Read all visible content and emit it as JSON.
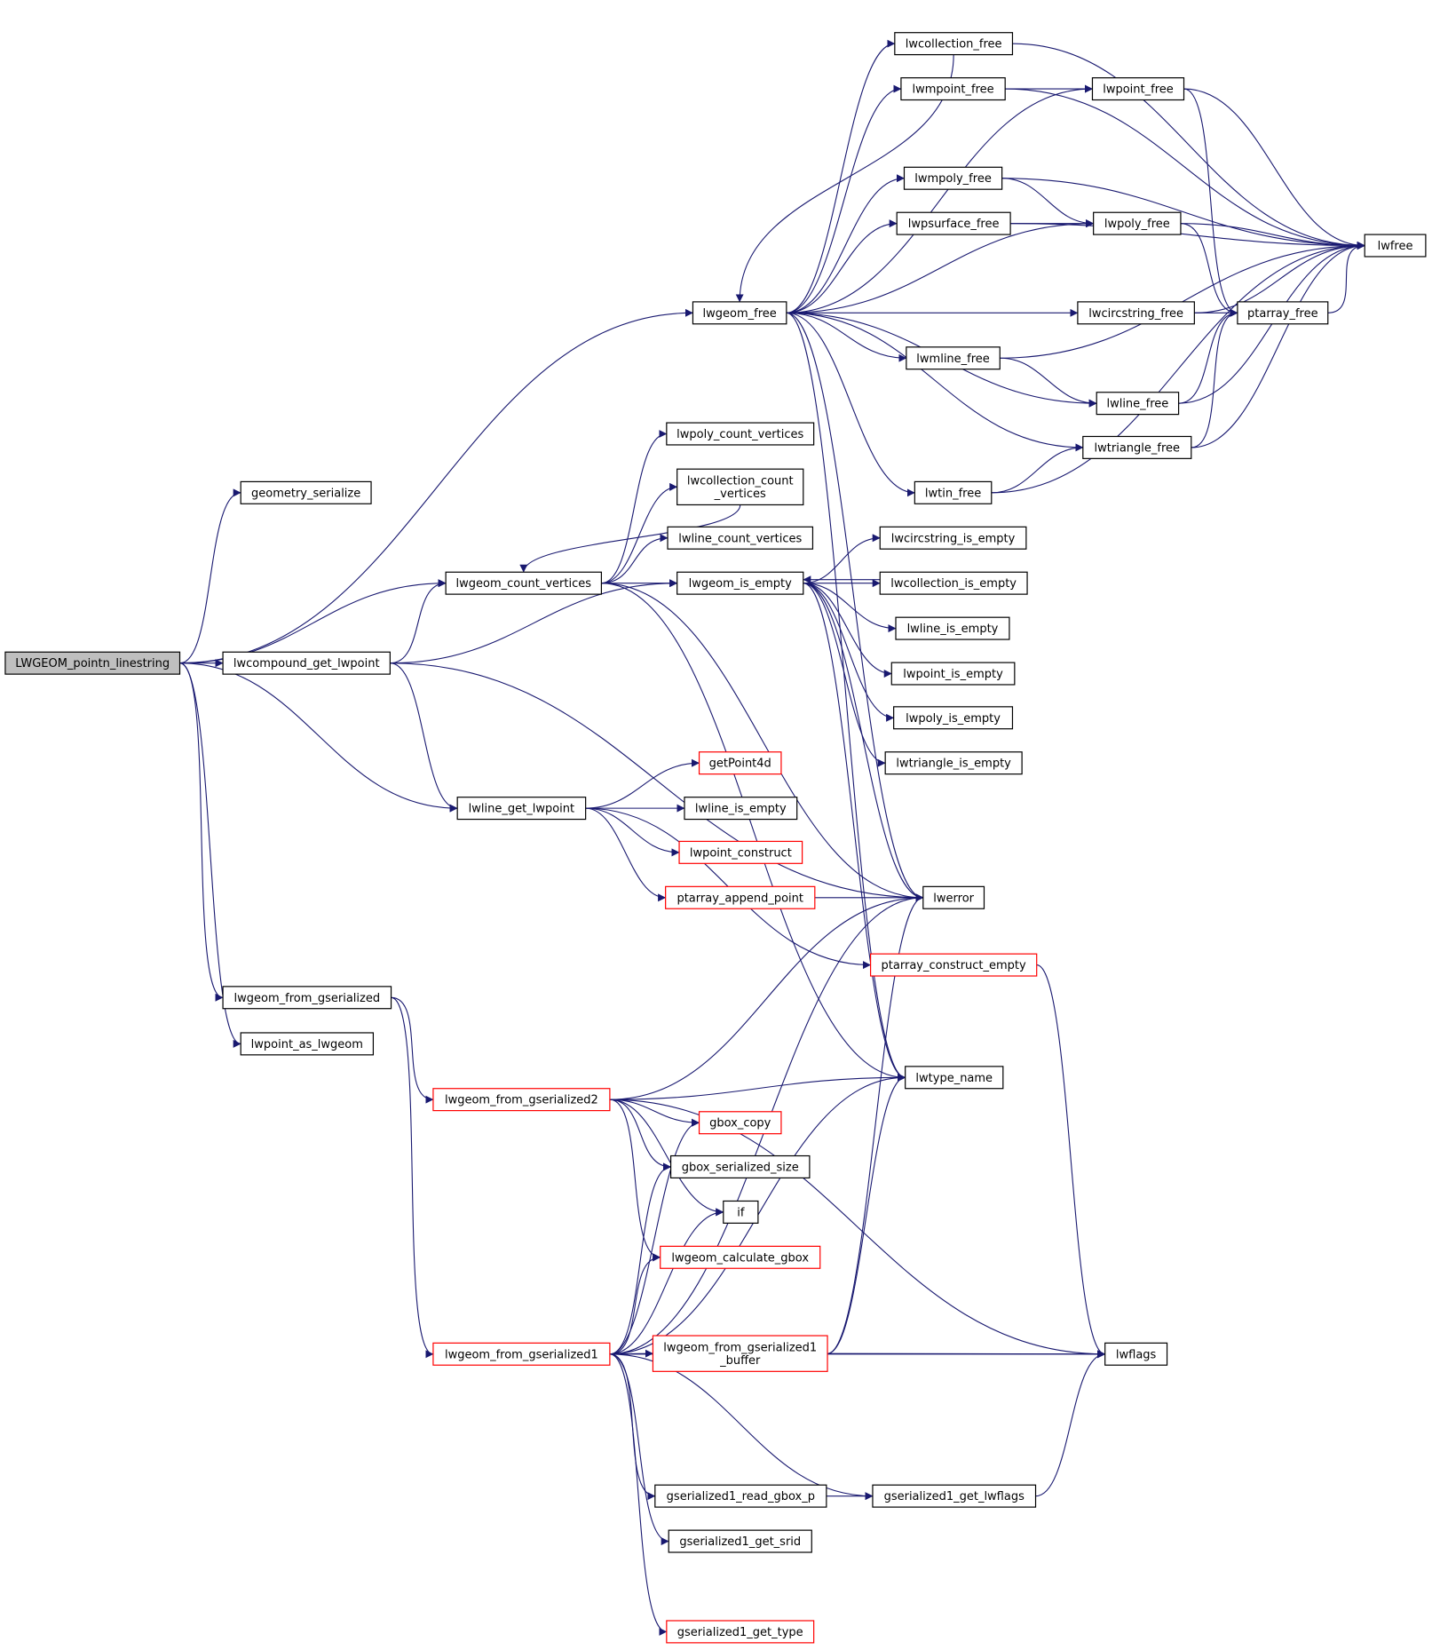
{
  "colors": {
    "edge": "#191970",
    "node_border": "#000000",
    "node_border_red": "#ff0000",
    "node_fill": "#ffffff",
    "root_fill": "#bfbfbf",
    "text": "#000000"
  },
  "nodes": {
    "root": {
      "label": "LWGEOM_pointn_linestring",
      "style": "root"
    },
    "geometry_serialize": {
      "label": "geometry_serialize",
      "style": "normal"
    },
    "lwgeom_free": {
      "label": "lwgeom_free",
      "style": "normal"
    },
    "lwcollection_free": {
      "label": "lwcollection_free",
      "style": "normal"
    },
    "lwmpoint_free": {
      "label": "lwmpoint_free",
      "style": "normal"
    },
    "lwpoint_free": {
      "label": "lwpoint_free",
      "style": "normal"
    },
    "lwmpoly_free": {
      "label": "lwmpoly_free",
      "style": "normal"
    },
    "lwpsurface_free": {
      "label": "lwpsurface_free",
      "style": "normal"
    },
    "lwpoly_free": {
      "label": "lwpoly_free",
      "style": "normal"
    },
    "lwfree": {
      "label": "lwfree",
      "style": "normal"
    },
    "lwcircstring_free": {
      "label": "lwcircstring_free",
      "style": "normal"
    },
    "ptarray_free": {
      "label": "ptarray_free",
      "style": "normal"
    },
    "lwmline_free": {
      "label": "lwmline_free",
      "style": "normal"
    },
    "lwline_free": {
      "label": "lwline_free",
      "style": "normal"
    },
    "lwtriangle_free": {
      "label": "lwtriangle_free",
      "style": "normal"
    },
    "lwtin_free": {
      "label": "lwtin_free",
      "style": "normal"
    },
    "lwpoly_count_vertices": {
      "label": "lwpoly_count_vertices",
      "style": "normal"
    },
    "lwcollection_count_vertices": {
      "label": "lwcollection_count\n_vertices",
      "style": "normal"
    },
    "lwline_count_vertices": {
      "label": "lwline_count_vertices",
      "style": "normal"
    },
    "lwgeom_count_vertices": {
      "label": "lwgeom_count_vertices",
      "style": "normal"
    },
    "lwgeom_is_empty": {
      "label": "lwgeom_is_empty",
      "style": "normal"
    },
    "lwcircstring_is_empty": {
      "label": "lwcircstring_is_empty",
      "style": "normal"
    },
    "lwcollection_is_empty": {
      "label": "lwcollection_is_empty",
      "style": "normal"
    },
    "lwline_is_empty_1": {
      "label": "lwline_is_empty",
      "style": "normal"
    },
    "lwpoint_is_empty": {
      "label": "lwpoint_is_empty",
      "style": "normal"
    },
    "lwpoly_is_empty": {
      "label": "lwpoly_is_empty",
      "style": "normal"
    },
    "lwtriangle_is_empty": {
      "label": "lwtriangle_is_empty",
      "style": "normal"
    },
    "lwcompound_get_lwpoint": {
      "label": "lwcompound_get_lwpoint",
      "style": "normal"
    },
    "getPoint4d": {
      "label": "getPoint4d",
      "style": "red"
    },
    "lwline_get_lwpoint": {
      "label": "lwline_get_lwpoint",
      "style": "normal"
    },
    "lwline_is_empty_2": {
      "label": "lwline_is_empty",
      "style": "normal"
    },
    "lwpoint_construct": {
      "label": "lwpoint_construct",
      "style": "red"
    },
    "ptarray_append_point": {
      "label": "ptarray_append_point",
      "style": "red"
    },
    "lwerror": {
      "label": "lwerror",
      "style": "normal"
    },
    "ptarray_construct_empty": {
      "label": "ptarray_construct_empty",
      "style": "red"
    },
    "lwgeom_from_gserialized": {
      "label": "lwgeom_from_gserialized",
      "style": "normal"
    },
    "lwpoint_as_lwgeom": {
      "label": "lwpoint_as_lwgeom",
      "style": "normal"
    },
    "lwgeom_from_gserialized2": {
      "label": "lwgeom_from_gserialized2",
      "style": "red"
    },
    "lwtype_name": {
      "label": "lwtype_name",
      "style": "normal"
    },
    "gbox_copy": {
      "label": "gbox_copy",
      "style": "red"
    },
    "gbox_serialized_size": {
      "label": "gbox_serialized_size",
      "style": "normal"
    },
    "if": {
      "label": "if",
      "style": "normal"
    },
    "lwgeom_calculate_gbox": {
      "label": "lwgeom_calculate_gbox",
      "style": "red"
    },
    "lwgeom_from_gserialized1": {
      "label": "lwgeom_from_gserialized1",
      "style": "red"
    },
    "lwgeom_from_gserialized1_buffer": {
      "label": "lwgeom_from_gserialized1\n_buffer",
      "style": "red"
    },
    "lwflags": {
      "label": "lwflags",
      "style": "normal"
    },
    "gserialized1_read_gbox_p": {
      "label": "gserialized1_read_gbox_p",
      "style": "normal"
    },
    "gserialized1_get_lwflags": {
      "label": "gserialized1_get_lwflags",
      "style": "normal"
    },
    "gserialized1_get_srid": {
      "label": "gserialized1_get_srid",
      "style": "normal"
    },
    "gserialized1_get_type": {
      "label": "gserialized1_get_type",
      "style": "red"
    }
  },
  "edges": [
    [
      "root",
      "geometry_serialize"
    ],
    [
      "root",
      "lwgeom_free"
    ],
    [
      "root",
      "lwgeom_count_vertices"
    ],
    [
      "root",
      "lwcompound_get_lwpoint"
    ],
    [
      "root",
      "lwline_get_lwpoint"
    ],
    [
      "root",
      "lwgeom_from_gserialized"
    ],
    [
      "root",
      "lwpoint_as_lwgeom"
    ],
    [
      "lwgeom_free",
      "lwcollection_free"
    ],
    [
      "lwgeom_free",
      "lwmpoint_free"
    ],
    [
      "lwgeom_free",
      "lwpoint_free"
    ],
    [
      "lwgeom_free",
      "lwmpoly_free"
    ],
    [
      "lwgeom_free",
      "lwpsurface_free"
    ],
    [
      "lwgeom_free",
      "lwpoly_free"
    ],
    [
      "lwgeom_free",
      "lwcircstring_free"
    ],
    [
      "lwgeom_free",
      "lwmline_free"
    ],
    [
      "lwgeom_free",
      "lwline_free"
    ],
    [
      "lwgeom_free",
      "lwtriangle_free"
    ],
    [
      "lwgeom_free",
      "lwtin_free"
    ],
    [
      "lwgeom_free",
      "lwerror"
    ],
    [
      "lwgeom_free",
      "lwtype_name"
    ],
    [
      "lwcollection_free",
      "lwgeom_free"
    ],
    [
      "lwcollection_free",
      "lwfree"
    ],
    [
      "lwmpoint_free",
      "lwpoint_free"
    ],
    [
      "lwmpoint_free",
      "lwfree"
    ],
    [
      "lwpoint_free",
      "lwfree"
    ],
    [
      "lwpoint_free",
      "ptarray_free"
    ],
    [
      "lwmpoly_free",
      "lwpoly_free"
    ],
    [
      "lwmpoly_free",
      "lwfree"
    ],
    [
      "lwpsurface_free",
      "lwpoly_free"
    ],
    [
      "lwpsurface_free",
      "lwfree"
    ],
    [
      "lwpoly_free",
      "lwfree"
    ],
    [
      "lwpoly_free",
      "ptarray_free"
    ],
    [
      "lwcircstring_free",
      "lwfree"
    ],
    [
      "lwcircstring_free",
      "ptarray_free"
    ],
    [
      "ptarray_free",
      "lwfree"
    ],
    [
      "lwmline_free",
      "lwline_free"
    ],
    [
      "lwmline_free",
      "lwfree"
    ],
    [
      "lwline_free",
      "lwfree"
    ],
    [
      "lwline_free",
      "ptarray_free"
    ],
    [
      "lwtriangle_free",
      "lwfree"
    ],
    [
      "lwtriangle_free",
      "ptarray_free"
    ],
    [
      "lwtin_free",
      "lwtriangle_free"
    ],
    [
      "lwtin_free",
      "lwfree"
    ],
    [
      "lwgeom_count_vertices",
      "lwpoly_count_vertices"
    ],
    [
      "lwgeom_count_vertices",
      "lwcollection_count_vertices"
    ],
    [
      "lwgeom_count_vertices",
      "lwline_count_vertices"
    ],
    [
      "lwgeom_count_vertices",
      "lwgeom_is_empty"
    ],
    [
      "lwgeom_count_vertices",
      "lwerror"
    ],
    [
      "lwgeom_count_vertices",
      "lwtype_name"
    ],
    [
      "lwcollection_count_vertices",
      "lwgeom_count_vertices"
    ],
    [
      "lwgeom_is_empty",
      "lwcircstring_is_empty"
    ],
    [
      "lwgeom_is_empty",
      "lwcollection_is_empty"
    ],
    [
      "lwgeom_is_empty",
      "lwline_is_empty_1"
    ],
    [
      "lwgeom_is_empty",
      "lwpoint_is_empty"
    ],
    [
      "lwgeom_is_empty",
      "lwpoly_is_empty"
    ],
    [
      "lwgeom_is_empty",
      "lwtriangle_is_empty"
    ],
    [
      "lwgeom_is_empty",
      "lwerror"
    ],
    [
      "lwgeom_is_empty",
      "lwtype_name"
    ],
    [
      "lwcollection_is_empty",
      "lwgeom_is_empty"
    ],
    [
      "lwcompound_get_lwpoint",
      "lwgeom_count_vertices"
    ],
    [
      "lwcompound_get_lwpoint",
      "lwgeom_is_empty"
    ],
    [
      "lwcompound_get_lwpoint",
      "lwline_get_lwpoint"
    ],
    [
      "lwcompound_get_lwpoint",
      "lwerror"
    ],
    [
      "lwline_get_lwpoint",
      "getPoint4d"
    ],
    [
      "lwline_get_lwpoint",
      "lwline_is_empty_2"
    ],
    [
      "lwline_get_lwpoint",
      "lwpoint_construct"
    ],
    [
      "lwline_get_lwpoint",
      "ptarray_append_point"
    ],
    [
      "lwline_get_lwpoint",
      "ptarray_construct_empty"
    ],
    [
      "ptarray_append_point",
      "lwerror"
    ],
    [
      "ptarray_construct_empty",
      "lwflags"
    ],
    [
      "lwgeom_from_gserialized",
      "lwgeom_from_gserialized2"
    ],
    [
      "lwgeom_from_gserialized",
      "lwgeom_from_gserialized1"
    ],
    [
      "lwgeom_from_gserialized2",
      "lwerror"
    ],
    [
      "lwgeom_from_gserialized2",
      "lwtype_name"
    ],
    [
      "lwgeom_from_gserialized2",
      "lwflags"
    ],
    [
      "lwgeom_from_gserialized2",
      "gbox_copy"
    ],
    [
      "lwgeom_from_gserialized2",
      "gbox_serialized_size"
    ],
    [
      "lwgeom_from_gserialized2",
      "if"
    ],
    [
      "lwgeom_from_gserialized2",
      "lwgeom_calculate_gbox"
    ],
    [
      "lwgeom_from_gserialized1",
      "gbox_copy"
    ],
    [
      "lwgeom_from_gserialized1",
      "gbox_serialized_size"
    ],
    [
      "lwgeom_from_gserialized1",
      "if"
    ],
    [
      "lwgeom_from_gserialized1",
      "lwgeom_calculate_gbox"
    ],
    [
      "lwgeom_from_gserialized1",
      "lwerror"
    ],
    [
      "lwgeom_from_gserialized1",
      "lwtype_name"
    ],
    [
      "lwgeom_from_gserialized1",
      "lwgeom_from_gserialized1_buffer"
    ],
    [
      "lwgeom_from_gserialized1",
      "lwflags"
    ],
    [
      "lwgeom_from_gserialized1",
      "gserialized1_read_gbox_p"
    ],
    [
      "lwgeom_from_gserialized1",
      "gserialized1_get_lwflags"
    ],
    [
      "lwgeom_from_gserialized1",
      "gserialized1_get_srid"
    ],
    [
      "lwgeom_from_gserialized1",
      "gserialized1_get_type"
    ],
    [
      "lwgeom_from_gserialized1_buffer",
      "lwerror"
    ],
    [
      "lwgeom_from_gserialized1_buffer",
      "lwtype_name"
    ],
    [
      "lwgeom_from_gserialized1_buffer",
      "lwflags"
    ],
    [
      "gserialized1_read_gbox_p",
      "gserialized1_get_lwflags"
    ],
    [
      "gserialized1_get_lwflags",
      "lwflags"
    ]
  ]
}
